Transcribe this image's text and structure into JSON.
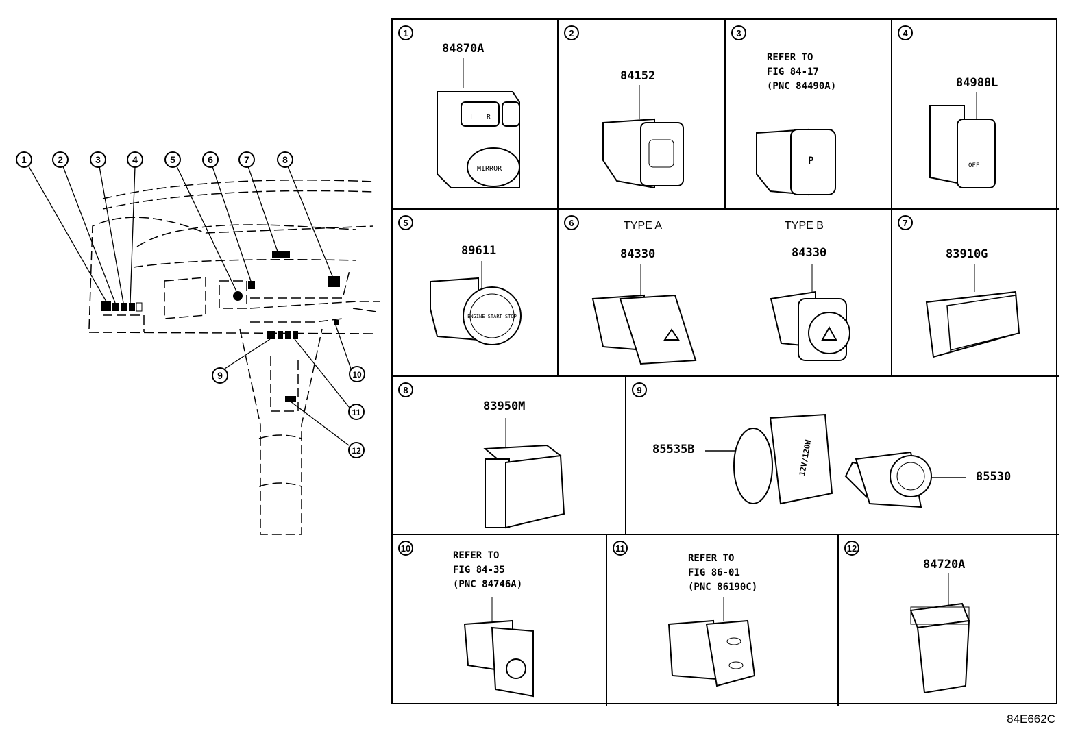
{
  "overview": {
    "callouts": [
      "1",
      "2",
      "3",
      "4",
      "5",
      "6",
      "7",
      "8",
      "9",
      "10",
      "11",
      "12"
    ]
  },
  "cells": [
    {
      "index": "1",
      "parts": [
        "84870A"
      ],
      "refer": null,
      "part_text": [
        "L",
        "R",
        "MIRROR"
      ]
    },
    {
      "index": "2",
      "parts": [
        "84152"
      ],
      "refer": null
    },
    {
      "index": "3",
      "parts": [],
      "refer": "REFER TO\nFIG 84-17\n(PNC 84490A)"
    },
    {
      "index": "4",
      "parts": [
        "84988L"
      ],
      "refer": null,
      "part_text": [
        "OFF"
      ]
    },
    {
      "index": "5",
      "parts": [
        "89611"
      ],
      "refer": null,
      "part_text": [
        "ENGINE START STOP"
      ]
    },
    {
      "index": "6",
      "types": [
        "TYPE A",
        "TYPE B"
      ],
      "parts": [
        "84330",
        "84330"
      ],
      "refer": null
    },
    {
      "index": "7",
      "parts": [
        "83910G"
      ],
      "refer": null
    },
    {
      "index": "8",
      "parts": [
        "83950M"
      ],
      "refer": null
    },
    {
      "index": "9",
      "parts": [
        "85535B",
        "85530"
      ],
      "refer": null,
      "part_text": [
        "12V/120W"
      ]
    },
    {
      "index": "10",
      "parts": [],
      "refer": "REFER TO\nFIG 84-35\n(PNC 84746A)"
    },
    {
      "index": "11",
      "parts": [],
      "refer": "REFER TO\nFIG 86-01\n(PNC 86190C)"
    },
    {
      "index": "12",
      "parts": [
        "84720A"
      ],
      "refer": null
    }
  ],
  "figure_code": "84E662C"
}
